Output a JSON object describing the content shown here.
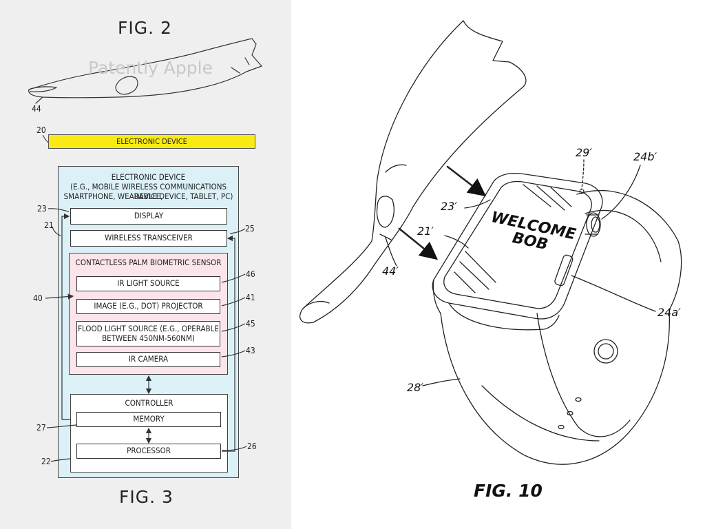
{
  "figures": {
    "fig2": {
      "title": "FIG. 2"
    },
    "fig3": {
      "title": "FIG. 3"
    },
    "fig10": {
      "title": "FIG. 10"
    }
  },
  "watermark": "Patently Apple",
  "fig2": {
    "finger_ref": "44",
    "device_ref": "20",
    "device_label": "ELECTRONIC DEVICE"
  },
  "fig3": {
    "outer": {
      "title_line1": "ELECTRONIC DEVICE",
      "title_line2": "(E.G., MOBILE WIRELESS COMMUNICATIONS DEVICE,",
      "title_line3": "SMARTPHONE, WEARABLE DEVICE, TABLET, PC)",
      "ref": "21"
    },
    "display": {
      "label": "DISPLAY",
      "ref": "23"
    },
    "transceiver": {
      "label": "WIRELESS TRANSCEIVER",
      "ref": "25"
    },
    "sensor": {
      "title": "CONTACTLESS PALM BIOMETRIC SENSOR",
      "ref": "40",
      "items": [
        {
          "label": "IR LIGHT SOURCE",
          "ref": "46"
        },
        {
          "label": "IMAGE (E.G., DOT) PROJECTOR",
          "ref": "41"
        },
        {
          "label_line1": "FLOOD LIGHT SOURCE (E.G., OPERABLE",
          "label_line2": "BETWEEN 450NM-560NM)",
          "ref": "45"
        },
        {
          "label": "IR CAMERA",
          "ref": "43"
        }
      ]
    },
    "controller": {
      "title": "CONTROLLER",
      "ref": "22",
      "memory": {
        "label": "MEMORY",
        "ref": "27"
      },
      "processor": {
        "label": "PROCESSOR",
        "ref": "26"
      }
    }
  },
  "fig10": {
    "screen_text_line1": "WELCOME",
    "screen_text_line2": "BOB",
    "refs": {
      "sensor_window": "29′",
      "crown": "24b′",
      "screen": "23′",
      "housing": "21′",
      "finger": "44′",
      "button": "24a′",
      "band": "28′"
    }
  },
  "colors": {
    "left_panel_bg": "#efefef",
    "device_bar": "#f8ea12",
    "outer_frame": "#dcf1f7",
    "sensor_frame": "#fbe4ea"
  }
}
